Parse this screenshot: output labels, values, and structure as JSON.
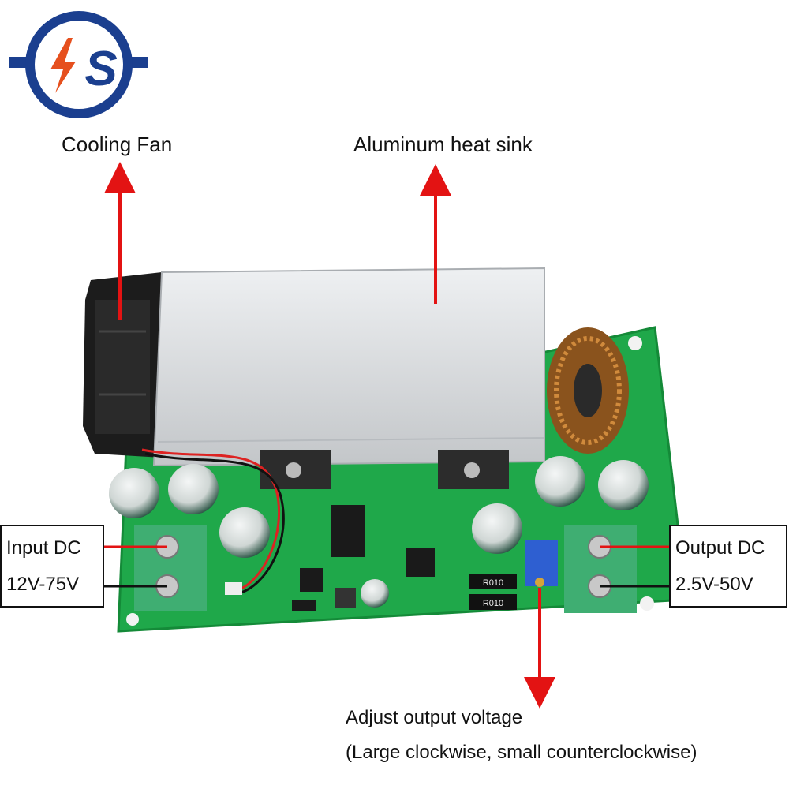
{
  "logo": {
    "letters": "S"
  },
  "labels": {
    "cooling_fan": "Cooling Fan",
    "heat_sink": "Aluminum heat sink",
    "input_title": "Input DC",
    "input_range": "12V-75V",
    "output_title": "Output DC",
    "output_range": "2.5V-50V",
    "adjust_title": "Adjust output voltage",
    "adjust_note": "(Large clockwise, small counterclockwise)"
  },
  "resistor_marking": "R010",
  "colors": {
    "logo_blue": "#1b3f8f",
    "logo_orange": "#e6501e",
    "pcb_green": "#1fa84a",
    "arrow_red": "#e31313",
    "heatsink": "#d7d9db",
    "fan_black": "#1c1c1c",
    "coil_copper": "#b8742e"
  }
}
